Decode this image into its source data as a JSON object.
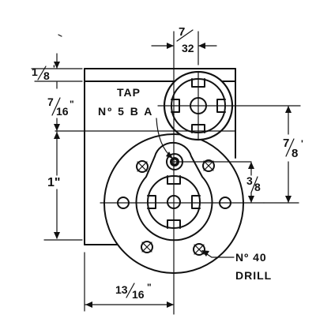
{
  "dimensions": {
    "top_width": {
      "num": "7",
      "den": "32"
    },
    "top_offset": {
      "num": "1",
      "den": "8"
    },
    "upper_height": {
      "num": "7",
      "den": "16"
    },
    "left_height": "1\"",
    "right_height": {
      "num": "7",
      "den": "8"
    },
    "mid_height": {
      "num": "3",
      "den": "8"
    },
    "bottom_width": {
      "num": "13",
      "den": "16"
    }
  },
  "notes": {
    "tap_line1": "TAP",
    "tap_line2": "Nº 5 B A",
    "drill_line1": "Nº 40",
    "drill_line2": "DRILL"
  }
}
